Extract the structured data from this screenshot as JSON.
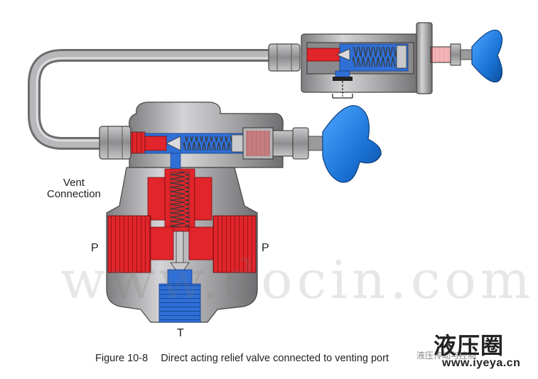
{
  "labels": {
    "vent_line1": "Vent",
    "vent_line2": "Connection",
    "p_left": "P",
    "p_right": "P",
    "t_port": "T"
  },
  "caption": {
    "figure_number": "Figure 10-8",
    "text": "Direct acting relief valve connected to venting port"
  },
  "watermark": "www.docin.com",
  "logo": {
    "chinese": "液压圈",
    "url": "www.iyeya.cn",
    "wechat_tag": "液压传动与控制"
  },
  "colors": {
    "body_gray": "#a9a9ab",
    "dark_gray": "#6e6e70",
    "cavity_blue": "#2f6fd6",
    "knob_blue": "#1e7fe0",
    "thread_red": "#e0252b",
    "tube_gray": "#9d9d9f"
  }
}
